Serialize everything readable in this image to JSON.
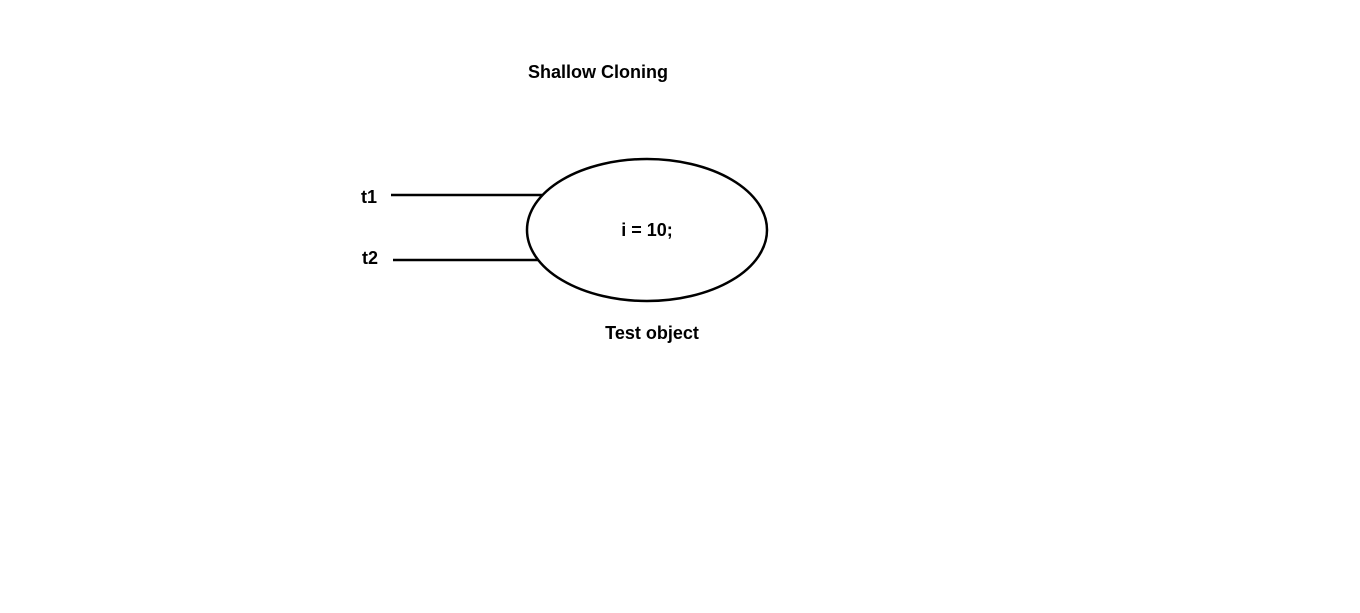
{
  "title": "Shallow Cloning",
  "references": [
    {
      "label": "t1"
    },
    {
      "label": "t2"
    }
  ],
  "object": {
    "content": "i = 10;",
    "caption": "Test object"
  },
  "colors": {
    "background": "#ffffff",
    "ink": "#000000"
  }
}
